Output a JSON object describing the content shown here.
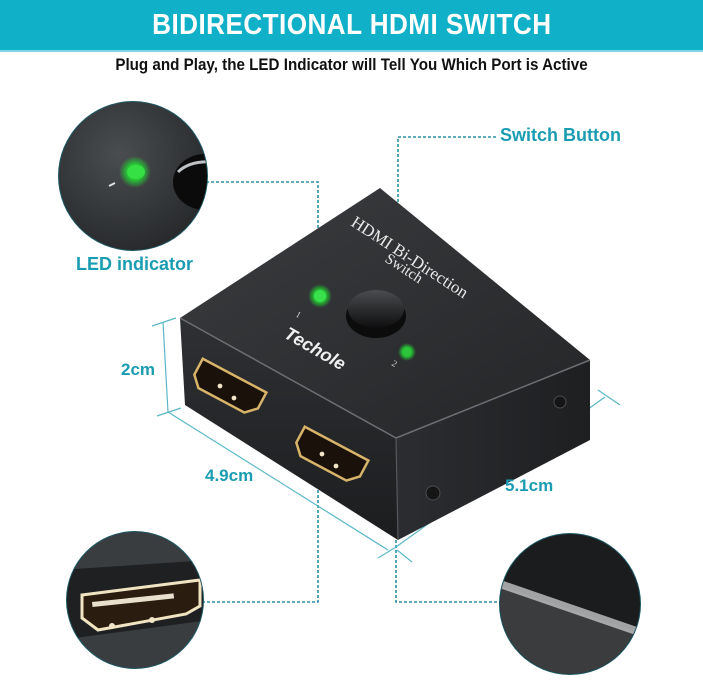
{
  "header": {
    "title": "BIDIRECTIONAL HDMI SWITCH",
    "subtitle": "Plug and Play, the LED Indicator will Tell You Which Port is Active"
  },
  "callouts": {
    "led_indicator": "LED indicator",
    "switch_button": "Switch Button"
  },
  "dimensions": {
    "height": "2cm",
    "width": "4.9cm",
    "depth": "5.1cm"
  },
  "device": {
    "top_label_line1": "HDMI Bi-Direction",
    "top_label_line2": "Switch",
    "brand": "Techole",
    "port_1_label": "1",
    "port_2_label": "2",
    "led_color": "#22dd33"
  },
  "colors": {
    "banner": "#10b0c8",
    "accent_text": "#1a9db2",
    "leader_line": "#2a8fa6",
    "device_body": "#2a2c2e"
  }
}
